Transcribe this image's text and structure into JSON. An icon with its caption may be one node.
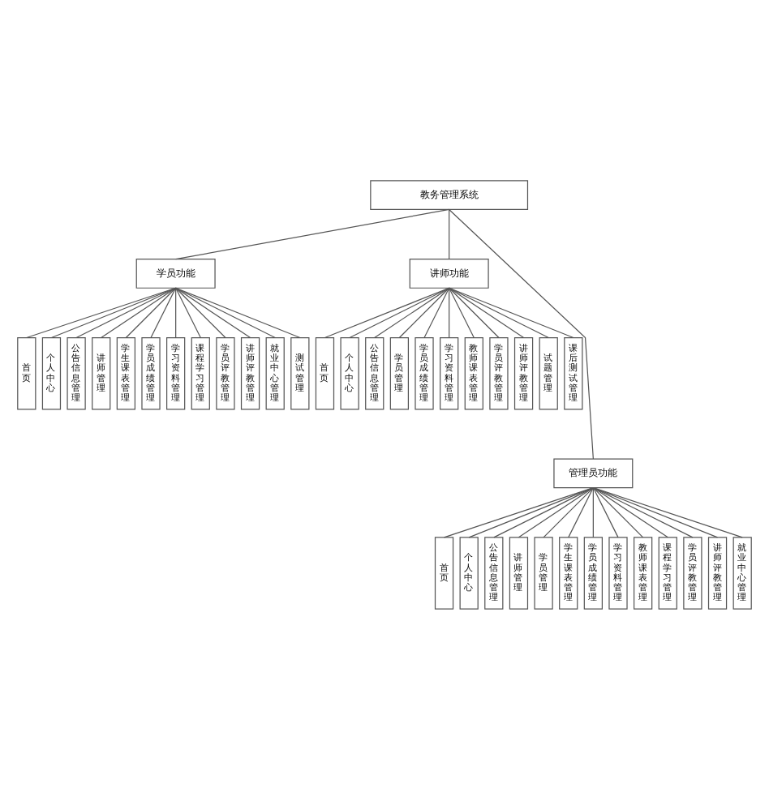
{
  "diagram": {
    "nodes": [
      {
        "text": [
          "教务管理系统"
        ]
      },
      {
        "text": [
          "学员功能"
        ]
      },
      {
        "text": [
          "讲师功能"
        ]
      },
      {
        "text": [
          "首页"
        ]
      },
      {
        "text": [
          "个人中心"
        ]
      },
      {
        "text": [
          "公告信息管理"
        ]
      },
      {
        "text": [
          "讲师管理"
        ]
      },
      {
        "text": [
          "学生课表管理"
        ]
      },
      {
        "text": [
          "学员成绩管理"
        ]
      },
      {
        "text": [
          "学习资料管理"
        ]
      },
      {
        "text": [
          "课程学习管理"
        ]
      },
      {
        "text": [
          "学员评教管理"
        ]
      },
      {
        "text": [
          "讲师评教管理"
        ]
      },
      {
        "text": [
          "就业中心管理"
        ]
      },
      {
        "text": [
          "测试管理"
        ]
      },
      {
        "text": [
          "首页"
        ]
      },
      {
        "text": [
          "个人中心"
        ]
      },
      {
        "text": [
          "公告信息管理"
        ]
      },
      {
        "text": [
          "学员管理"
        ]
      },
      {
        "text": [
          "学员成绩管理"
        ]
      },
      {
        "text": [
          "学习资料管理"
        ]
      },
      {
        "text": [
          "教师课表管理"
        ]
      },
      {
        "text": [
          "学员评教管理"
        ]
      },
      {
        "text": [
          "讲师评教管理"
        ]
      },
      {
        "text": [
          "试题管理"
        ]
      },
      {
        "text": [
          "课后测试管理"
        ]
      },
      {
        "text": [
          "管理员功能"
        ]
      },
      {
        "text": [
          "首页"
        ]
      },
      {
        "text": [
          "个人中心"
        ]
      },
      {
        "text": [
          "公告信息管理"
        ]
      },
      {
        "text": [
          "讲师管理"
        ]
      },
      {
        "text": [
          "学员管理"
        ]
      },
      {
        "text": [
          "学生课表管理"
        ]
      },
      {
        "text": [
          "学员成绩管理"
        ]
      },
      {
        "text": [
          "学习资料管理"
        ]
      },
      {
        "text": [
          "教师课表管理"
        ]
      },
      {
        "text": [
          "课程学习管理"
        ]
      },
      {
        "text": [
          "学员评教管理"
        ]
      },
      {
        "text": [
          "讲师评教管理"
        ]
      },
      {
        "text": [
          "就业中心管理"
        ]
      }
    ],
    "edges": [
      {
        "from": 0,
        "to": 1,
        "arrow": "none"
      },
      {
        "from": 0,
        "to": 2,
        "arrow": "none"
      },
      {
        "from": 0,
        "to": 26,
        "arrow": "none"
      },
      {
        "from": 1,
        "to": 3,
        "arrow": "none"
      },
      {
        "from": 1,
        "to": 4,
        "arrow": "none"
      },
      {
        "from": 1,
        "to": 5,
        "arrow": "none"
      },
      {
        "from": 1,
        "to": 6,
        "arrow": "none"
      },
      {
        "from": 1,
        "to": 7,
        "arrow": "none"
      },
      {
        "from": 1,
        "to": 8,
        "arrow": "none"
      },
      {
        "from": 1,
        "to": 9,
        "arrow": "none"
      },
      {
        "from": 1,
        "to": 10,
        "arrow": "none"
      },
      {
        "from": 1,
        "to": 11,
        "arrow": "none"
      },
      {
        "from": 1,
        "to": 12,
        "arrow": "none"
      },
      {
        "from": 1,
        "to": 13,
        "arrow": "none"
      },
      {
        "from": 1,
        "to": 14,
        "arrow": "none"
      },
      {
        "from": 2,
        "to": 15,
        "arrow": "none"
      },
      {
        "from": 2,
        "to": 16,
        "arrow": "none"
      },
      {
        "from": 2,
        "to": 17,
        "arrow": "none"
      },
      {
        "from": 2,
        "to": 18,
        "arrow": "none"
      },
      {
        "from": 2,
        "to": 19,
        "arrow": "none"
      },
      {
        "from": 2,
        "to": 20,
        "arrow": "none"
      },
      {
        "from": 2,
        "to": 21,
        "arrow": "none"
      },
      {
        "from": 2,
        "to": 22,
        "arrow": "none"
      },
      {
        "from": 2,
        "to": 23,
        "arrow": "none"
      },
      {
        "from": 2,
        "to": 24,
        "arrow": "none"
      },
      {
        "from": 2,
        "to": 25,
        "arrow": "none"
      },
      {
        "from": 26,
        "to": 27,
        "arrow": "none"
      },
      {
        "from": 26,
        "to": 28,
        "arrow": "none"
      },
      {
        "from": 26,
        "to": 29,
        "arrow": "none"
      },
      {
        "from": 26,
        "to": 30,
        "arrow": "none"
      },
      {
        "from": 26,
        "to": 31,
        "arrow": "none"
      },
      {
        "from": 26,
        "to": 32,
        "arrow": "none"
      },
      {
        "from": 26,
        "to": 33,
        "arrow": "none"
      },
      {
        "from": 26,
        "to": 34,
        "arrow": "none"
      },
      {
        "from": 26,
        "to": 35,
        "arrow": "none"
      },
      {
        "from": 26,
        "to": 36,
        "arrow": "none"
      },
      {
        "from": 26,
        "to": 37,
        "arrow": "none"
      },
      {
        "from": 26,
        "to": 38,
        "arrow": "none"
      },
      {
        "from": 26,
        "to": 39,
        "arrow": "none"
      }
    ]
  }
}
